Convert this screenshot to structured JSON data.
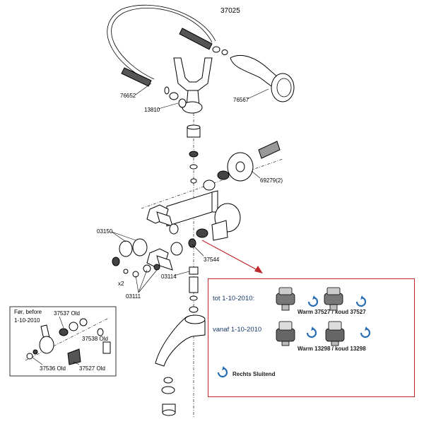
{
  "diagram": {
    "model_number": "37025",
    "part_labels": {
      "hose": "76652",
      "hand_shower": "76567",
      "holder": "13810",
      "wall_flange": "69279(2)",
      "handle": "03150",
      "cartridge": "37544",
      "seal": "03114",
      "small_parts": "03111",
      "quantity": "x2"
    },
    "inset": {
      "title_line1": "Før, before",
      "title_line2": "1-10-2010",
      "label_top": "37537 Old",
      "label_mid": "37538 Old",
      "label_left": "37536 Old",
      "label_right": "37527 Old"
    }
  },
  "info": {
    "row1_label": "tot 1-10-2010:",
    "row1_caption": "Warm 37527 / koud 37527",
    "row2_label": "vanaf 1-10-2010",
    "row2_caption": "Warm 13298 / koud 13298",
    "legend_label": "Rechts Sluitend",
    "colors": {
      "border": "#c0282d",
      "arrow": "#c0282d",
      "icon": "#2a6fb5"
    }
  }
}
